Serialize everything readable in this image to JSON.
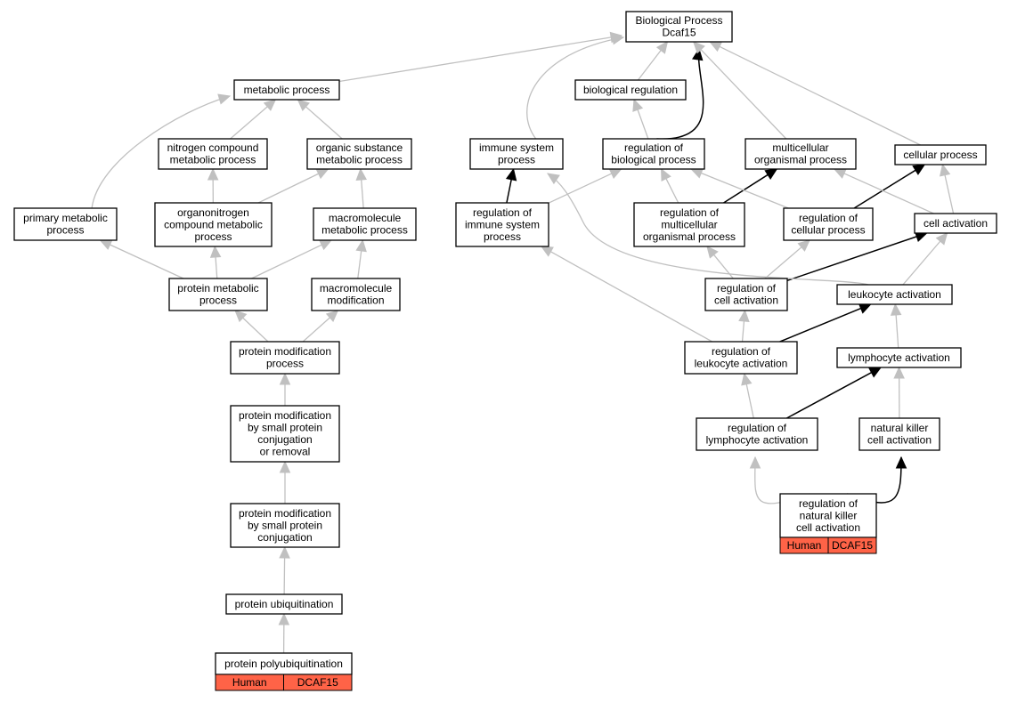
{
  "nodes": [
    {
      "id": "bp",
      "lines": [
        "Biological Process",
        "Dcaf15"
      ]
    },
    {
      "id": "metabolic",
      "lines": [
        "metabolic process"
      ]
    },
    {
      "id": "bioreg",
      "lines": [
        "biological regulation"
      ]
    },
    {
      "id": "nitrogen",
      "lines": [
        "nitrogen compound",
        "metabolic process"
      ]
    },
    {
      "id": "organic",
      "lines": [
        "organic substance",
        "metabolic process"
      ]
    },
    {
      "id": "immune",
      "lines": [
        "immune system",
        "process"
      ]
    },
    {
      "id": "regbio",
      "lines": [
        "regulation of",
        "biological process"
      ]
    },
    {
      "id": "multi",
      "lines": [
        "multicellular",
        "organismal process"
      ]
    },
    {
      "id": "cellular",
      "lines": [
        "cellular process"
      ]
    },
    {
      "id": "primary",
      "lines": [
        "primary metabolic",
        "process"
      ]
    },
    {
      "id": "organonitrogen",
      "lines": [
        "organonitrogen",
        "compound metabolic",
        "process"
      ]
    },
    {
      "id": "macromol",
      "lines": [
        "macromolecule",
        "metabolic process"
      ]
    },
    {
      "id": "regimmune",
      "lines": [
        "regulation of",
        "immune system",
        "process"
      ]
    },
    {
      "id": "regmulti",
      "lines": [
        "regulation of",
        "multicellular",
        "organismal process"
      ]
    },
    {
      "id": "regcellular",
      "lines": [
        "regulation of",
        "cellular process"
      ]
    },
    {
      "id": "cellact",
      "lines": [
        "cell activation"
      ]
    },
    {
      "id": "protmet",
      "lines": [
        "protein metabolic",
        "process"
      ]
    },
    {
      "id": "macromod",
      "lines": [
        "macromolecule",
        "modification"
      ]
    },
    {
      "id": "regcellact",
      "lines": [
        "regulation of",
        "cell activation"
      ]
    },
    {
      "id": "leukact",
      "lines": [
        "leukocyte activation"
      ]
    },
    {
      "id": "protmod",
      "lines": [
        "protein modification",
        "process"
      ]
    },
    {
      "id": "regleuk",
      "lines": [
        "regulation of",
        "leukocyte activation"
      ]
    },
    {
      "id": "lymphact",
      "lines": [
        "lymphocyte activation"
      ]
    },
    {
      "id": "protmodsmall",
      "lines": [
        "protein modification",
        "by small protein",
        "conjugation",
        "or removal"
      ]
    },
    {
      "id": "reglymph",
      "lines": [
        "regulation of",
        "lymphocyte activation"
      ]
    },
    {
      "id": "nkact",
      "lines": [
        "natural killer",
        "cell activation"
      ]
    },
    {
      "id": "regnk",
      "lines": [
        "regulation of",
        "natural killer",
        "cell activation"
      ],
      "tags": [
        "Human",
        "DCAF15"
      ]
    },
    {
      "id": "protmodconj",
      "lines": [
        "protein modification",
        "by small protein",
        "conjugation"
      ]
    },
    {
      "id": "ubiq",
      "lines": [
        "protein ubiquitination"
      ]
    },
    {
      "id": "polyubiq",
      "lines": [
        "protein polyubiquitination"
      ],
      "tags": [
        "Human",
        "DCAF15"
      ]
    }
  ],
  "edges": [
    {
      "from": "metabolic",
      "to": "bp",
      "style": "gray"
    },
    {
      "from": "bioreg",
      "to": "bp",
      "style": "gray"
    },
    {
      "from": "immune",
      "to": "bp",
      "style": "gray"
    },
    {
      "from": "regbio",
      "to": "bp",
      "style": "black"
    },
    {
      "from": "multi",
      "to": "bp",
      "style": "gray"
    },
    {
      "from": "cellular",
      "to": "bp",
      "style": "gray"
    },
    {
      "from": "nitrogen",
      "to": "metabolic",
      "style": "gray"
    },
    {
      "from": "organic",
      "to": "metabolic",
      "style": "gray"
    },
    {
      "from": "primary",
      "to": "metabolic",
      "style": "gray"
    },
    {
      "from": "regbio",
      "to": "bioreg",
      "style": "gray"
    },
    {
      "from": "organonitrogen",
      "to": "nitrogen",
      "style": "gray"
    },
    {
      "from": "organonitrogen",
      "to": "organic",
      "style": "gray"
    },
    {
      "from": "macromol",
      "to": "organic",
      "style": "gray"
    },
    {
      "from": "regimmune",
      "to": "immune",
      "style": "black"
    },
    {
      "from": "regimmune",
      "to": "regbio",
      "style": "gray"
    },
    {
      "from": "regmulti",
      "to": "regbio",
      "style": "gray"
    },
    {
      "from": "regmulti",
      "to": "multi",
      "style": "black"
    },
    {
      "from": "regcellular",
      "to": "regbio",
      "style": "gray"
    },
    {
      "from": "regcellular",
      "to": "cellular",
      "style": "black"
    },
    {
      "from": "cellact",
      "to": "cellular",
      "style": "gray"
    },
    {
      "from": "cellact",
      "to": "multi",
      "style": "gray"
    },
    {
      "from": "protmet",
      "to": "primary",
      "style": "gray"
    },
    {
      "from": "protmet",
      "to": "organonitrogen",
      "style": "gray"
    },
    {
      "from": "protmet",
      "to": "macromol",
      "style": "gray"
    },
    {
      "from": "macromod",
      "to": "macromol",
      "style": "gray"
    },
    {
      "from": "regcellact",
      "to": "regmulti",
      "style": "gray"
    },
    {
      "from": "regcellact",
      "to": "regcellular",
      "style": "gray"
    },
    {
      "from": "regcellact",
      "to": "cellact",
      "style": "black"
    },
    {
      "from": "leukact",
      "to": "cellact",
      "style": "gray"
    },
    {
      "from": "leukact",
      "to": "immune",
      "style": "gray"
    },
    {
      "from": "protmod",
      "to": "protmet",
      "style": "gray"
    },
    {
      "from": "protmod",
      "to": "macromod",
      "style": "gray"
    },
    {
      "from": "regleuk",
      "to": "regimmune",
      "style": "gray"
    },
    {
      "from": "regleuk",
      "to": "regcellact",
      "style": "gray"
    },
    {
      "from": "regleuk",
      "to": "leukact",
      "style": "black"
    },
    {
      "from": "lymphact",
      "to": "leukact",
      "style": "gray"
    },
    {
      "from": "protmodsmall",
      "to": "protmod",
      "style": "gray"
    },
    {
      "from": "reglymph",
      "to": "regleuk",
      "style": "gray"
    },
    {
      "from": "reglymph",
      "to": "lymphact",
      "style": "black"
    },
    {
      "from": "nkact",
      "to": "lymphact",
      "style": "gray"
    },
    {
      "from": "regnk",
      "to": "reglymph",
      "style": "gray"
    },
    {
      "from": "regnk",
      "to": "nkact",
      "style": "black"
    },
    {
      "from": "protmodconj",
      "to": "protmodsmall",
      "style": "gray"
    },
    {
      "from": "ubiq",
      "to": "protmodconj",
      "style": "gray"
    },
    {
      "from": "polyubiq",
      "to": "ubiq",
      "style": "gray"
    }
  ]
}
